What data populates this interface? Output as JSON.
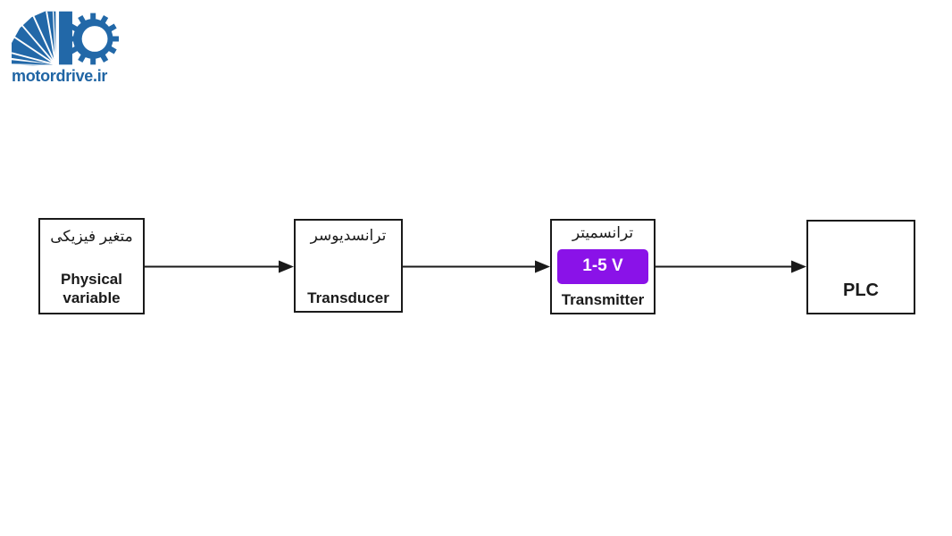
{
  "logo": {
    "text": "motordrive.ir",
    "icon": "motordrive-gear-fan-logo",
    "color": "#2065a4"
  },
  "diagram": {
    "type": "signal-flow-block-diagram",
    "box_border_color": "#1a1a1a",
    "arrow_color": "#1a1a1a",
    "boxes": [
      {
        "label_fa": "متغیر فیزیکی",
        "label_en": "Physical variable"
      },
      {
        "label_fa": "ترانسدیوسر",
        "label_en": "Transducer"
      },
      {
        "label_fa": "ترانسمیتر",
        "label_en": "Transmitter",
        "badge": "1-5 V",
        "badge_color": "#8a12e8",
        "badge_text_color": "#ffffff"
      },
      {
        "label_en": "PLC"
      }
    ]
  }
}
